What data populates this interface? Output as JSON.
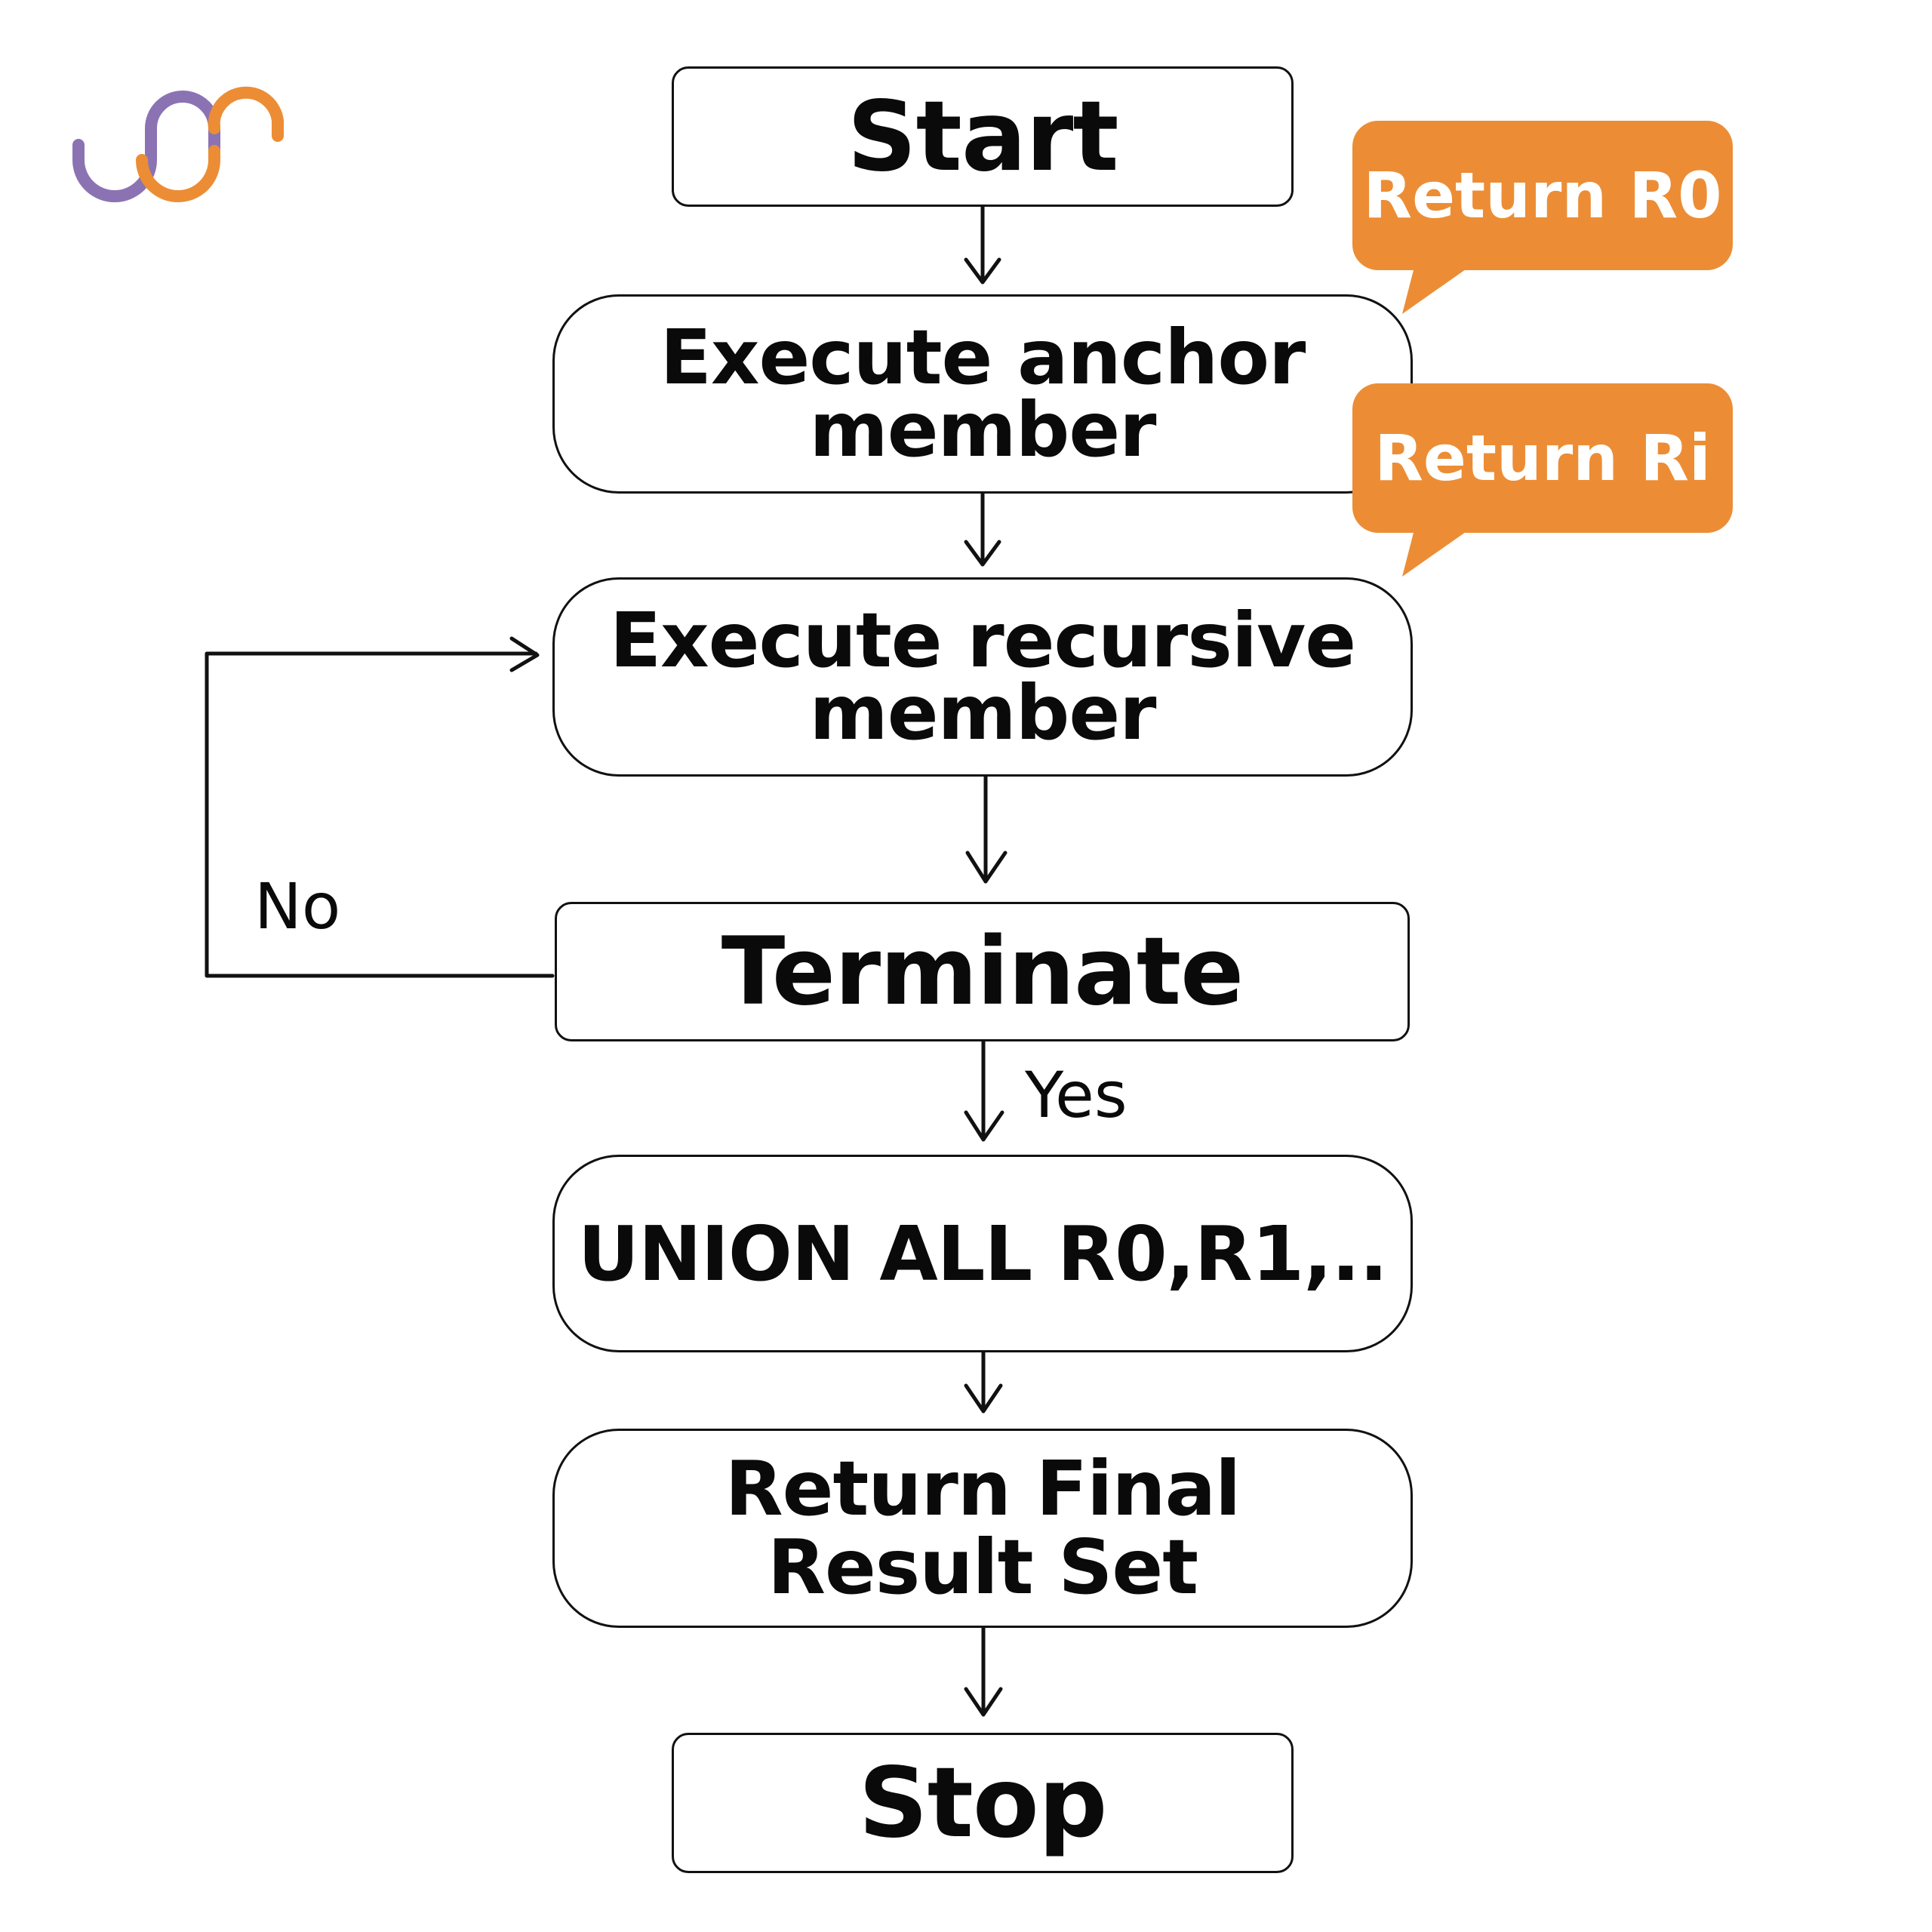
{
  "nodes": {
    "start": "Start",
    "anchor": [
      "Execute anchor",
      "member"
    ],
    "recursive": [
      "Execute recursive",
      "member"
    ],
    "terminate": "Terminate",
    "union": "UNION ALL R0,R1,..",
    "final": [
      "Return Final",
      "Result Set"
    ],
    "stop": "Stop"
  },
  "callouts": {
    "return_r0": "Return R0",
    "return_ri": "Return Ri"
  },
  "edge_labels": {
    "no": "No",
    "yes": "Yes"
  },
  "colors": {
    "callout": "#ec8d35",
    "logo_purple": "#8b73b3",
    "logo_orange": "#ec8d35",
    "stroke": "#111111"
  }
}
